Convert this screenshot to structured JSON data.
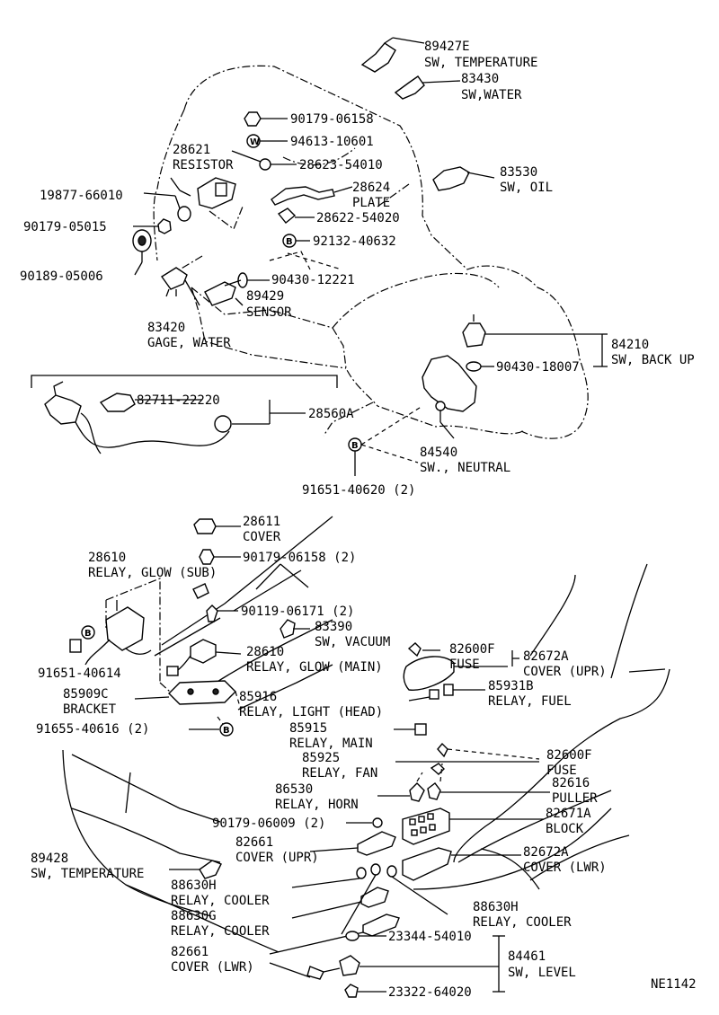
{
  "parts": [
    {
      "id": "p_89427e",
      "number": "89427E",
      "name": "SW, TEMPERATURE"
    },
    {
      "id": "p_83430",
      "number": "83430",
      "name": "SW,WATER"
    },
    {
      "id": "p_90179_06158",
      "number": "90179-06158",
      "name": ""
    },
    {
      "id": "p_94613",
      "number": "94613-10601",
      "name": ""
    },
    {
      "id": "p_28621",
      "number": "28621",
      "name": "RESISTOR"
    },
    {
      "id": "p_28623",
      "number": "28623-54010",
      "name": ""
    },
    {
      "id": "p_83530",
      "number": "83530",
      "name": "SW, OIL"
    },
    {
      "id": "p_19877",
      "number": "19877-66010",
      "name": ""
    },
    {
      "id": "p_28624",
      "number": "28624",
      "name": "PLATE"
    },
    {
      "id": "p_90179_05015",
      "number": "90179-05015",
      "name": ""
    },
    {
      "id": "p_28622",
      "number": "28622-54020",
      "name": ""
    },
    {
      "id": "p_92132",
      "number": "92132-40632",
      "name": ""
    },
    {
      "id": "p_90189",
      "number": "90189-05006",
      "name": ""
    },
    {
      "id": "p_90430_12221",
      "number": "90430-12221",
      "name": ""
    },
    {
      "id": "p_89429",
      "number": "89429",
      "name": "SENSOR"
    },
    {
      "id": "p_83420",
      "number": "83420",
      "name": "GAGE, WATER"
    },
    {
      "id": "p_84210",
      "number": "84210",
      "name": "SW, BACK UP"
    },
    {
      "id": "p_90430_18007",
      "number": "90430-18007",
      "name": ""
    },
    {
      "id": "p_82711",
      "number": "82711-22220",
      "name": ""
    },
    {
      "id": "p_28560a",
      "number": "28560A",
      "name": ""
    },
    {
      "id": "p_84540",
      "number": "84540",
      "name": "SW., NEUTRAL"
    },
    {
      "id": "p_91651_40620",
      "number": "91651-40620 (2)",
      "name": ""
    },
    {
      "id": "p_28611",
      "number": "28611",
      "name": "COVER"
    },
    {
      "id": "p_90179_06158_2",
      "number": "90179-06158 (2)",
      "name": ""
    },
    {
      "id": "p_28610_sub",
      "number": "28610",
      "name": "RELAY, GLOW (SUB)"
    },
    {
      "id": "p_90119",
      "number": "90119-06171 (2)",
      "name": ""
    },
    {
      "id": "p_83390",
      "number": "83390",
      "name": "SW, VACUUM"
    },
    {
      "id": "p_91651_40614",
      "number": "91651-40614",
      "name": ""
    },
    {
      "id": "p_28610_main",
      "number": "28610",
      "name": "RELAY, GLOW (MAIN)"
    },
    {
      "id": "p_82600f_1",
      "number": "82600F",
      "name": "FUSE"
    },
    {
      "id": "p_82672a_upr",
      "number": "82672A",
      "name": "COVER (UPR)"
    },
    {
      "id": "p_85909c",
      "number": "85909C",
      "name": "BRACKET"
    },
    {
      "id": "p_85916",
      "number": "85916",
      "name": "RELAY, LIGHT (HEAD)"
    },
    {
      "id": "p_85931b",
      "number": "85931B",
      "name": "RELAY, FUEL"
    },
    {
      "id": "p_91655",
      "number": "91655-40616 (2)",
      "name": ""
    },
    {
      "id": "p_85915",
      "number": "85915",
      "name": "RELAY, MAIN"
    },
    {
      "id": "p_85925",
      "number": "85925",
      "name": "RELAY, FAN"
    },
    {
      "id": "p_82600f_2",
      "number": "82600F",
      "name": "FUSE"
    },
    {
      "id": "p_86530",
      "number": "86530",
      "name": "RELAY, HORN"
    },
    {
      "id": "p_82616",
      "number": "82616",
      "name": "PULLER"
    },
    {
      "id": "p_90179_06009",
      "number": "90179-06009 (2)",
      "name": ""
    },
    {
      "id": "p_82671a",
      "number": "82671A",
      "name": "BLOCK"
    },
    {
      "id": "p_82661_upr",
      "number": "82661",
      "name": "COVER (UPR)"
    },
    {
      "id": "p_89428",
      "number": "89428",
      "name": "SW, TEMPERATURE"
    },
    {
      "id": "p_82672a_lwr",
      "number": "82672A",
      "name": "COVER (LWR)"
    },
    {
      "id": "p_88630h_1",
      "number": "88630H",
      "name": "RELAY, COOLER"
    },
    {
      "id": "p_88630h_2",
      "number": "88630H",
      "name": "RELAY, COOLER"
    },
    {
      "id": "p_88630g",
      "number": "88630G",
      "name": "RELAY, COOLER"
    },
    {
      "id": "p_23344",
      "number": "23344-54010",
      "name": ""
    },
    {
      "id": "p_82661_lwr",
      "number": "82661",
      "name": "COVER (LWR)"
    },
    {
      "id": "p_84461",
      "number": "84461",
      "name": "SW, LEVEL"
    },
    {
      "id": "p_23322",
      "number": "23322-64020",
      "name": ""
    }
  ],
  "markers": {
    "b": "B",
    "w": "W"
  },
  "drawing_code": "NE1142"
}
